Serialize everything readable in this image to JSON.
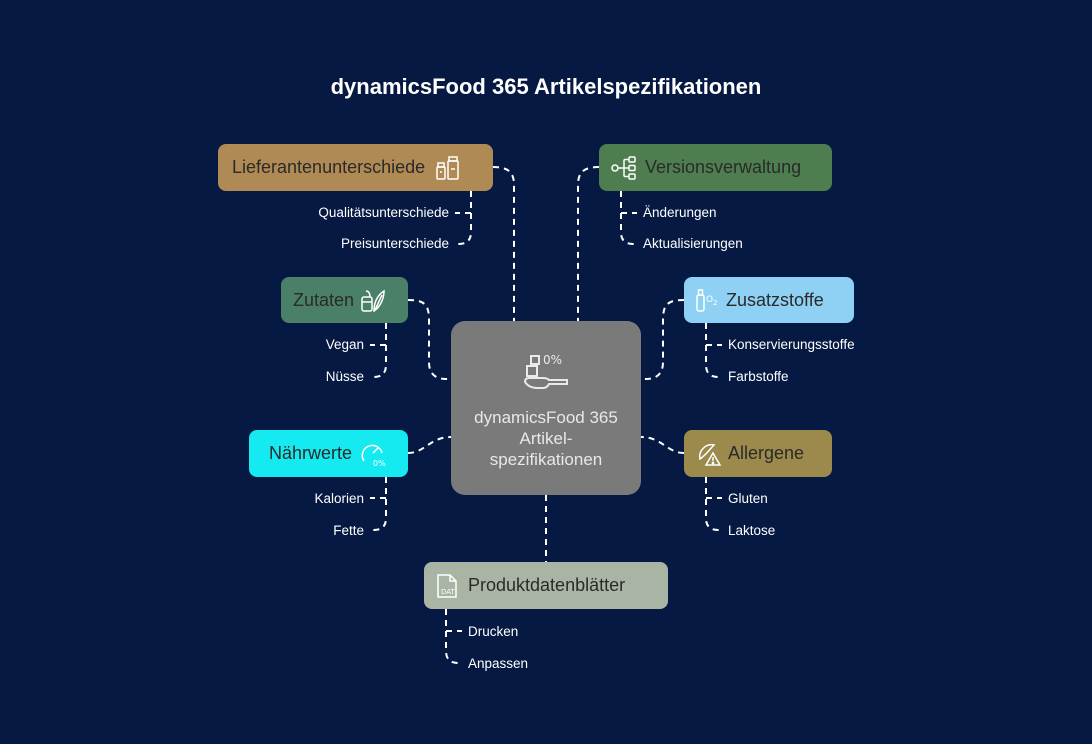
{
  "title": "dynamicsFood 365 Artikelspezifikationen",
  "center": {
    "label": "dynamicsFood 365 Artikel-spezifikationen",
    "icon": "food-scale-icon"
  },
  "nodes": {
    "lieferanten": {
      "label": "Lieferantenunterschiede",
      "icon": "containers-icon",
      "color": "#b08a55",
      "subs": [
        "Qualitätsunterschiede",
        "Preisunterschiede"
      ]
    },
    "version": {
      "label": "Versionsverwaltung",
      "icon": "hierarchy-icon",
      "color": "#4e7d4f",
      "subs": [
        "Änderungen",
        "Aktualisierungen"
      ]
    },
    "zutaten": {
      "label": "Zutaten",
      "icon": "ingredients-icon",
      "color": "#4a7f68",
      "subs": [
        "Vegan",
        "Nüsse"
      ]
    },
    "zusatz": {
      "label": "Zusatzstoffe",
      "icon": "additive-icon",
      "color": "#8fd1f5",
      "subs": [
        "Konservierungsstoffe",
        "Farbstoffe"
      ]
    },
    "naehrwerte": {
      "label": "Nährwerte",
      "icon": "nutrition-gauge-icon",
      "color": "#14eaf0",
      "subs": [
        "Kalorien",
        "Fette"
      ]
    },
    "allergene": {
      "label": "Allergene",
      "icon": "allergen-warning-icon",
      "color": "#9b8a4c",
      "subs": [
        "Gluten",
        "Laktose"
      ]
    },
    "datenblatt": {
      "label": "Produktdatenblätter",
      "icon": "data-sheet-icon",
      "color": "#a9b4a5",
      "subs": [
        "Drucken",
        "Anpassen"
      ]
    }
  }
}
